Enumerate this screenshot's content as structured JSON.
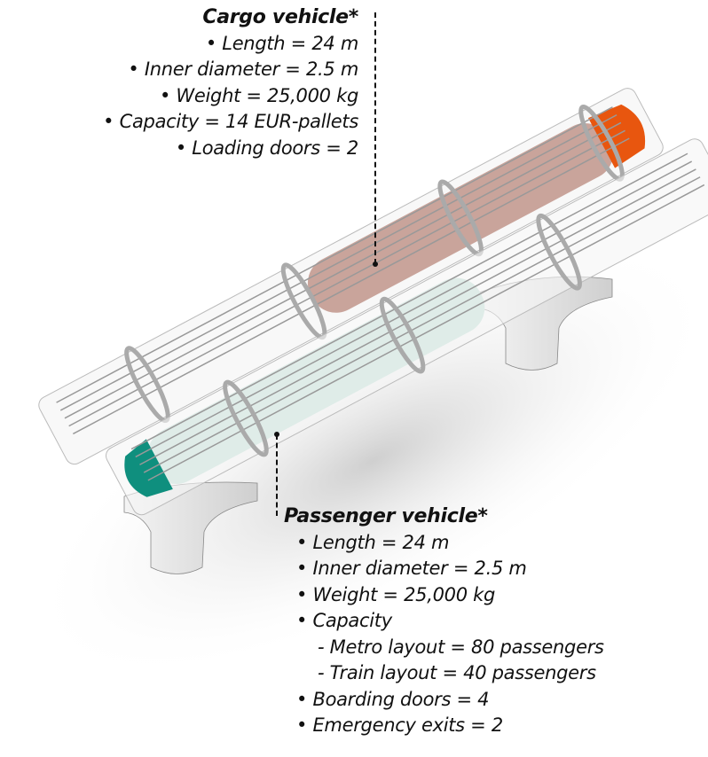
{
  "cargo": {
    "title": "Cargo vehicle*",
    "items": [
      "• Length = 24 m",
      "• Inner diameter = 2.5 m",
      "• Weight = 25,000 kg",
      "• Capacity = 14 EUR-pallets",
      "• Loading doors = 2"
    ]
  },
  "passenger": {
    "title": "Passenger vehicle*",
    "items": [
      "• Length = 24 m",
      "• Inner diameter = 2.5 m",
      "• Weight = 25,000 kg",
      "• Capacity"
    ],
    "capacity_sub": [
      "- Metro layout = 80 passengers",
      "- Train layout = 40 passengers"
    ],
    "items_after": [
      "• Boarding doors = 4",
      "• Emergency exits = 2"
    ]
  },
  "colors": {
    "cargo_nose": "#e8560f",
    "cargo_body": "#c9a49b",
    "passenger_nose": "#0f8f7e",
    "passenger_body": "#dfece8"
  }
}
